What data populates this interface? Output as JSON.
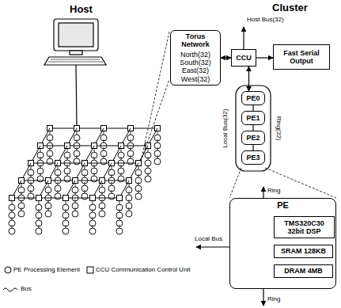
{
  "diagram": {
    "nodes": [
      {
        "text": [
          "Torus Network",
          "North(32) South(32) East(32) West(32)"
        ]
      },
      {
        "text": [
          "CCU"
        ]
      },
      {
        "text": [
          "Fast Serial Output"
        ]
      },
      {
        "text": [
          "PE0"
        ]
      },
      {
        "text": [
          "PE1"
        ]
      },
      {
        "text": [
          "PE2"
        ]
      },
      {
        "text": [
          "PE3"
        ]
      },
      {
        "text": [
          "PE"
        ]
      },
      {
        "text": [
          "TMS320C30 32bit DSP"
        ],
        "in": 7
      },
      {
        "text": [
          "SRAM 128KB"
        ],
        "in": 7
      },
      {
        "text": [
          "DRAM 4MB"
        ],
        "in": 7
      }
    ],
    "edges": [
      {
        "from": 0,
        "to": 1,
        "arrow": "both"
      },
      {
        "from": 1,
        "to": 2,
        "arrow": "to"
      },
      {
        "from": 1,
        "to": 3,
        "arrow": "both"
      },
      {
        "from": 3,
        "to": 4,
        "arrow": "none"
      },
      {
        "from": 4,
        "to": 5,
        "arrow": "none"
      },
      {
        "from": 5,
        "to": 6,
        "arrow": "none"
      }
    ],
    "labels": [
      "Host",
      "Cluster",
      "Host Bus(32)",
      "Local Bus(32)",
      "Ring(32)",
      "Ring",
      "Local Bus",
      "Ring"
    ],
    "legend": [
      {
        "text": "PE Processing Element"
      },
      {
        "text": "CCU Communication Control Unit"
      },
      {
        "text": "Bus"
      }
    ]
  }
}
